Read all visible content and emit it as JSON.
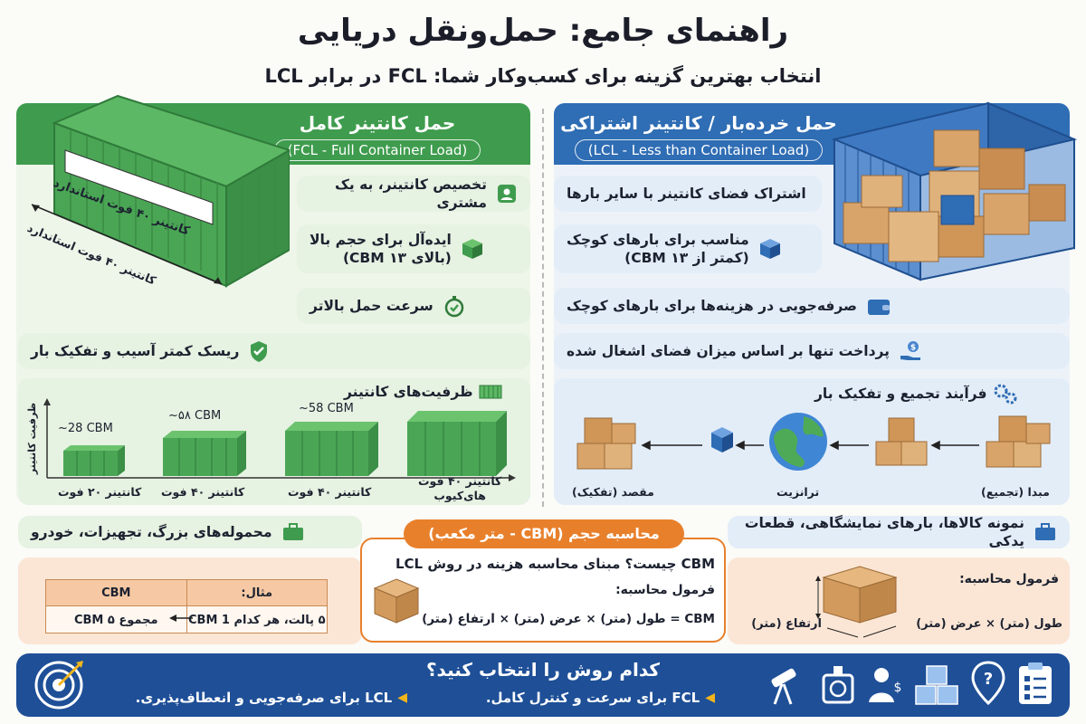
{
  "title": "راهنمای جامع: حمل‌ونقل دریایی",
  "subtitle": "انتخاب بهترین گزینه برای کسب‌وکار شما: FCL در برابر LCL",
  "colors": {
    "fcl_green": "#3f9c4e",
    "lcl_blue": "#2f6db4",
    "orange": "#e8802b",
    "navy": "#1e4f97",
    "yellow": "#f2b51c"
  },
  "fcl": {
    "header_title": "حمل کانتینر کامل",
    "header_sub": "(FCL - Full Container Load)",
    "container_side_label": "کانتینر ۴۰ فوت استاندارد",
    "container_dim_label": "کانتینر ۴۰ فوت استاندارد",
    "features": [
      {
        "text": "تخصیص کانتینر، به یک مشتری",
        "icon": "user-badge-icon"
      },
      {
        "text": "ایده‌آل برای حجم بالا",
        "text2": "(بالای ۱۳ CBM)",
        "icon": "green-box-icon"
      },
      {
        "text": "سرعت حمل بالاتر",
        "icon": "stopwatch-icon"
      },
      {
        "text": "ریسک کمتر آسیب و تفکیک بار",
        "icon": "shield-check-icon"
      }
    ],
    "capacity": {
      "title": "ظرفیت‌های کانتینر",
      "y_axis": "ظرفیت کانتینر",
      "items": [
        {
          "label": "کانتینر ۲۰ فوت",
          "cbm": "~28 CBM"
        },
        {
          "label": "کانتینر ۴۰ فوت",
          "cbm": "~۵۸ CBM"
        },
        {
          "label": "کانتینر ۴۰ فوت",
          "cbm": "~58 CBM"
        },
        {
          "label": "کانتینر ۴۰ فوت",
          "label2": "های‌کیوب",
          "cbm": ""
        }
      ]
    },
    "cargo_example": "محموله‌های بزرگ، تجهیزات، خودرو"
  },
  "lcl": {
    "header_title": "حمل خرده‌بار / کانتینر اشتراکی",
    "header_sub": "(LCL - Less than Container Load)",
    "features": [
      {
        "text": "اشتراک فضای کانتینر با سایر بارها",
        "icon": ""
      },
      {
        "text": "مناسب برای بارهای کوچک",
        "text2": "(کمتر از ۱۳ CBM)",
        "icon": "blue-box-icon"
      },
      {
        "text": "صرفه‌جویی در هزینه‌ها برای بارهای کوچک",
        "icon": "wallet-icon"
      },
      {
        "text": "پرداخت تنها بر اساس میزان فضای اشغال شده",
        "icon": "hand-coin-icon"
      }
    ],
    "process": {
      "title": "فرآیند تجمیع و تفکیک بار",
      "steps": [
        "مبدا (تجمیع)",
        "",
        "ترانزیت",
        "",
        "مقصد (تفکیک)"
      ]
    },
    "cargo_example": "نمونه کالاها، بارهای نمایشگاهی، قطعات یدکی"
  },
  "cbm": {
    "header": "محاسبه حجم (CBM - متر مکعب)",
    "question": "CBM چیست؟ مبنای محاسبه هزینه در روش LCL",
    "formula_label": "فرمول محاسبه:",
    "formula": "CBM = طول (متر) × عرض (متر) × ارتفاع (متر)",
    "table": {
      "headers": [
        "مثال:",
        "CBM"
      ],
      "row": [
        "۵ پالت، هر کدام CBM 1",
        "مجموع ۵ CBM"
      ]
    },
    "right_formula_label": "فرمول محاسبه:",
    "right_formula": "طول (متر) × عرض (متر)",
    "height_label": "ارتفاع (متر)"
  },
  "footer": {
    "question": "کدام روش را انتخاب کنید؟",
    "fcl_choice": "FCL برای سرعت و کنترل کامل.",
    "lcl_choice": "LCL برای صرفه‌جویی و انعطاف‌پذیری.",
    "icons": [
      "target-icon",
      "telescope-icon",
      "scale-icon",
      "person-dollar-icon",
      "boxes-icon",
      "question-pin-icon",
      "checklist-icon"
    ]
  }
}
